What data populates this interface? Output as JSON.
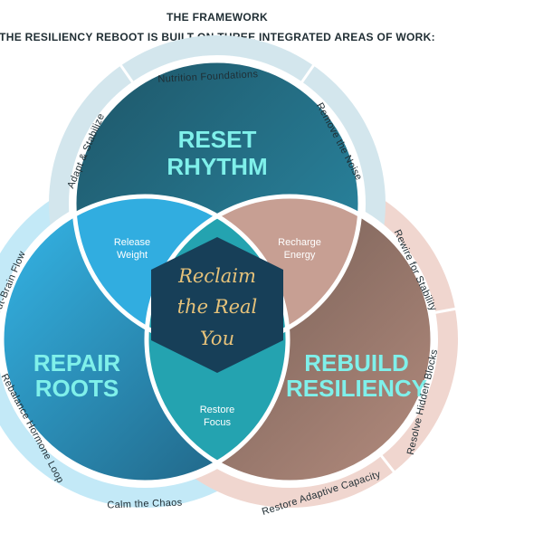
{
  "header": {
    "eyebrow": "THE FRAMEWORK",
    "title": "THE RESILIENCY REBOOT IS BUILT ON THREE INTEGRATED AREAS OF WORK:"
  },
  "circles": {
    "top": {
      "title_line1": "RESET",
      "title_line2": "RHYTHM",
      "color": "#2a7f93"
    },
    "left": {
      "title_line1": "REPAIR",
      "title_line2": "ROOTS",
      "color": "#2aa3d6"
    },
    "right": {
      "title_line1": "REBUILD",
      "title_line2": "RESILIENCY",
      "color": "#a07d70"
    }
  },
  "overlaps": {
    "top_left": {
      "line1": "Release",
      "line2": "Weight"
    },
    "top_right": {
      "line1": "Recharge",
      "line2": "Energy"
    },
    "left_right": {
      "line1": "Restore",
      "line2": "Focus"
    }
  },
  "center": {
    "line1": "Reclaim",
    "line2": "the Real",
    "line3": "You"
  },
  "ring_labels": {
    "top": [
      "Adapt & Stabilize",
      "Nutrition Foundations",
      "Remove the Noise"
    ],
    "left": [
      "Gut-Brain Flow",
      "Rebalance Hormone Loop",
      "Calm the Chaos"
    ],
    "right": [
      "Rewire for Stability",
      "Resolve Hidden Blocks",
      "Restore Adaptive Capacity"
    ]
  },
  "colors": {
    "ring_top": "#d3e6ed",
    "ring_left": "#c3e9f7",
    "ring_right": "#f0d6cf",
    "title_teal": "#7ff0ea",
    "center_hex": "#173f58",
    "center_text": "#e6c27a"
  }
}
